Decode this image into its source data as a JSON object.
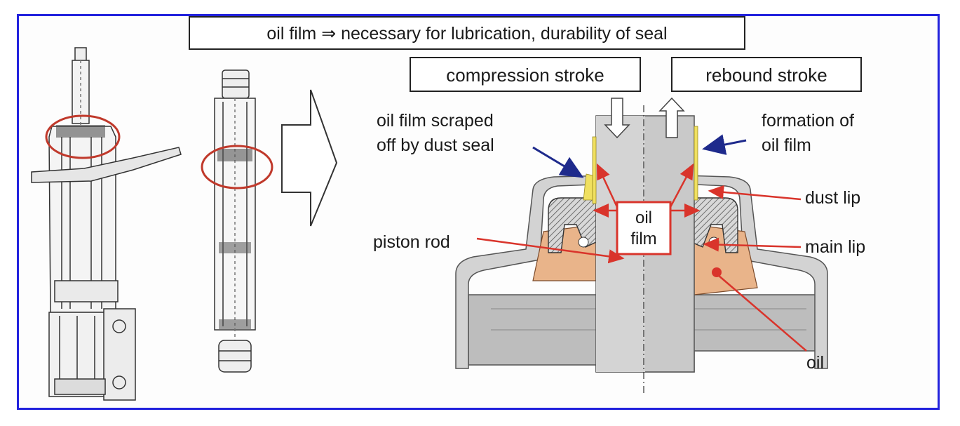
{
  "title": "oil film ⇒ necessary for lubrication, durability of seal",
  "stroke_labels": {
    "compression": "compression stroke",
    "rebound": "rebound stroke"
  },
  "callouts": {
    "scraped_line1": "oil film scraped",
    "scraped_line2": "off by dust seal",
    "formation_line1": "formation of",
    "formation_line2": "oil film",
    "dust_lip": "dust lip",
    "main_lip": "main lip",
    "piston_rod": "piston rod",
    "oil": "oil",
    "oil_film_line1": "oil",
    "oil_film_line2": "film"
  },
  "colors": {
    "frame": "#2222dd",
    "highlight_circle": "#c0392b",
    "leader_red": "#d9342b",
    "leader_blue": "#1e2a8c",
    "oil": "#e9b48a",
    "oil_film": "#f0e060",
    "metal": "#c9c9c9",
    "metal_dark": "#9a9a9a"
  }
}
